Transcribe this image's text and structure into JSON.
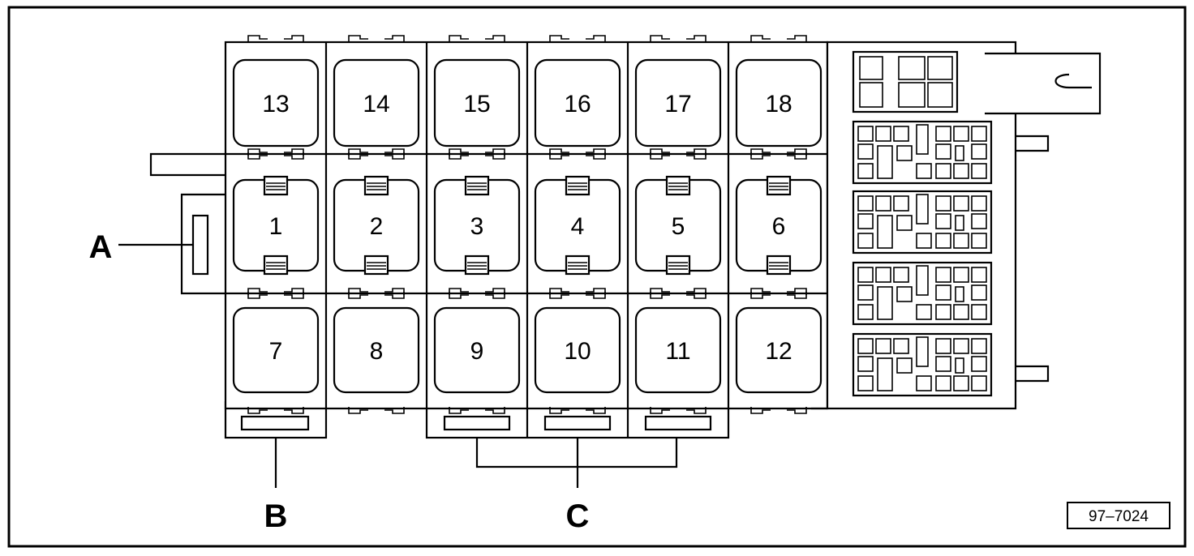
{
  "relay_rows": [
    {
      "name": "top-row",
      "positions": [
        "13",
        "14",
        "15",
        "16",
        "17",
        "18"
      ]
    },
    {
      "name": "middle-row",
      "positions": [
        "1",
        "2",
        "3",
        "4",
        "5",
        "6"
      ]
    },
    {
      "name": "bottom-row",
      "positions": [
        "7",
        "8",
        "9",
        "10",
        "11",
        "12"
      ]
    }
  ],
  "callouts": {
    "a": "A",
    "b": "B",
    "c": "C"
  },
  "figure_ref": "97–7024"
}
